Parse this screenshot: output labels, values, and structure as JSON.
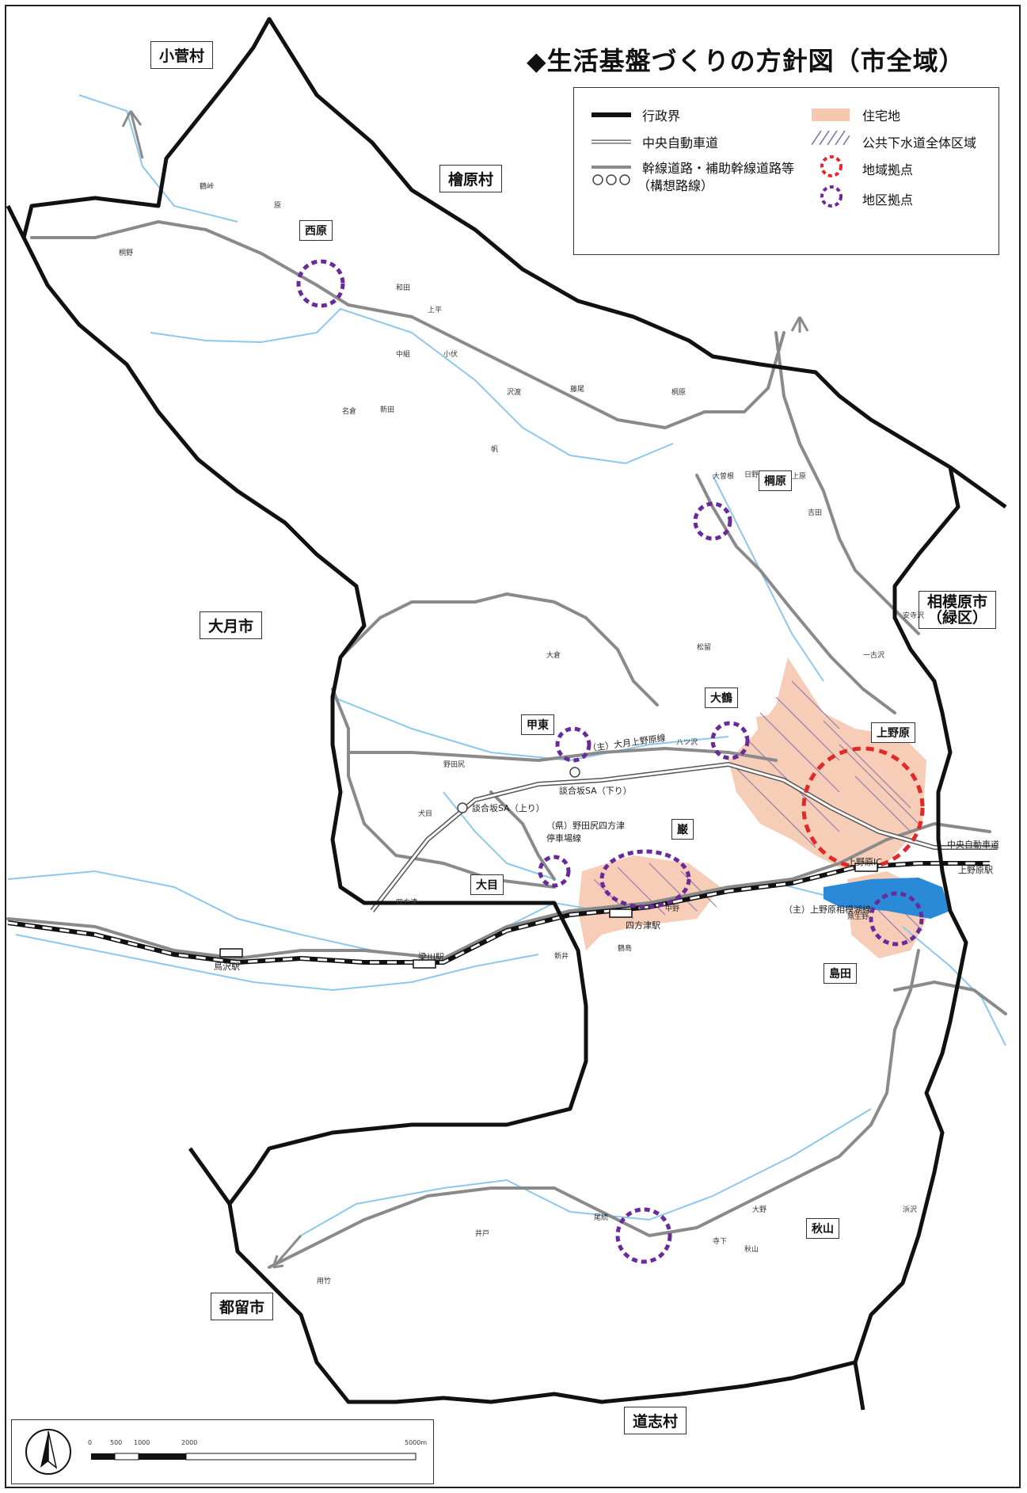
{
  "title": "◆生活基盤づくりの方針図（市全域）",
  "legend": {
    "admin_boundary": "行政界",
    "expressway": "中央自動車道",
    "trunk_road_line1": "幹線道路・補助幹線道路等",
    "trunk_road_line2": "（構想路線）",
    "residential": "住宅地",
    "sewer_area": "公共下水道全体区域",
    "regional_hub": "地域拠点",
    "district_hub": "地区拠点"
  },
  "colors": {
    "boundary": "#111111",
    "road": "#8a8a8a",
    "river": "#8cc8ec",
    "residential": "#f6c8b0",
    "regional_hub": "#e02a2a",
    "district_hub": "#6a2a9a",
    "lake": "#2a8ad8"
  },
  "regions": {
    "kosuge": "小菅村",
    "hinohara": "檜原村",
    "otsuki": "大月市",
    "sagamihara": "相模原市",
    "sagamihara_sub": "（緑区）",
    "tsuru": "都留市",
    "doshi": "道志村"
  },
  "hubs": {
    "nishihara": "西原",
    "yuzurihara": "棡原",
    "oguro": "大鶴",
    "kohi": "甲東",
    "uenohara": "上野原",
    "sai": "巌",
    "ome": "大目",
    "shimada": "島田",
    "akiyama": "秋山"
  },
  "road_labels": {
    "kamino_line": "（主）大月上野原線",
    "soshoku": "談合坂SA（上り）",
    "soshoku_down": "談合坂SA（下り）",
    "nodajiri": "（県）野田尻四方津停車場線",
    "shiotsu_station": "四方津駅",
    "torisawa_station": "鳥沢駅",
    "yanagawa_station": "梁川駅",
    "expressway_right": "中央自動車道",
    "uenohara_ic": "上野原IC",
    "uenohara_station": "上野原駅",
    "sagamiko_ic": "（主）上野原相模湖線"
  },
  "places": [
    "鶴峠",
    "原",
    "桐野",
    "和田",
    "上平",
    "小伏",
    "中組",
    "新田",
    "名倉",
    "沢渡",
    "帆",
    "藤尾",
    "棡原",
    "大曽根",
    "日野",
    "上原",
    "大倉",
    "松留",
    "八ツ沢",
    "野田尻",
    "犬目",
    "四方津",
    "新井",
    "鶴島",
    "中野",
    "大野",
    "秋山",
    "尾続",
    "井戸",
    "寺下",
    "用竹",
    "浜沢",
    "無生野",
    "一古沢",
    "吉田",
    "安寺沢"
  ],
  "scale": {
    "ticks": [
      "0",
      "500",
      "1000",
      "2000",
      "5000m"
    ]
  }
}
